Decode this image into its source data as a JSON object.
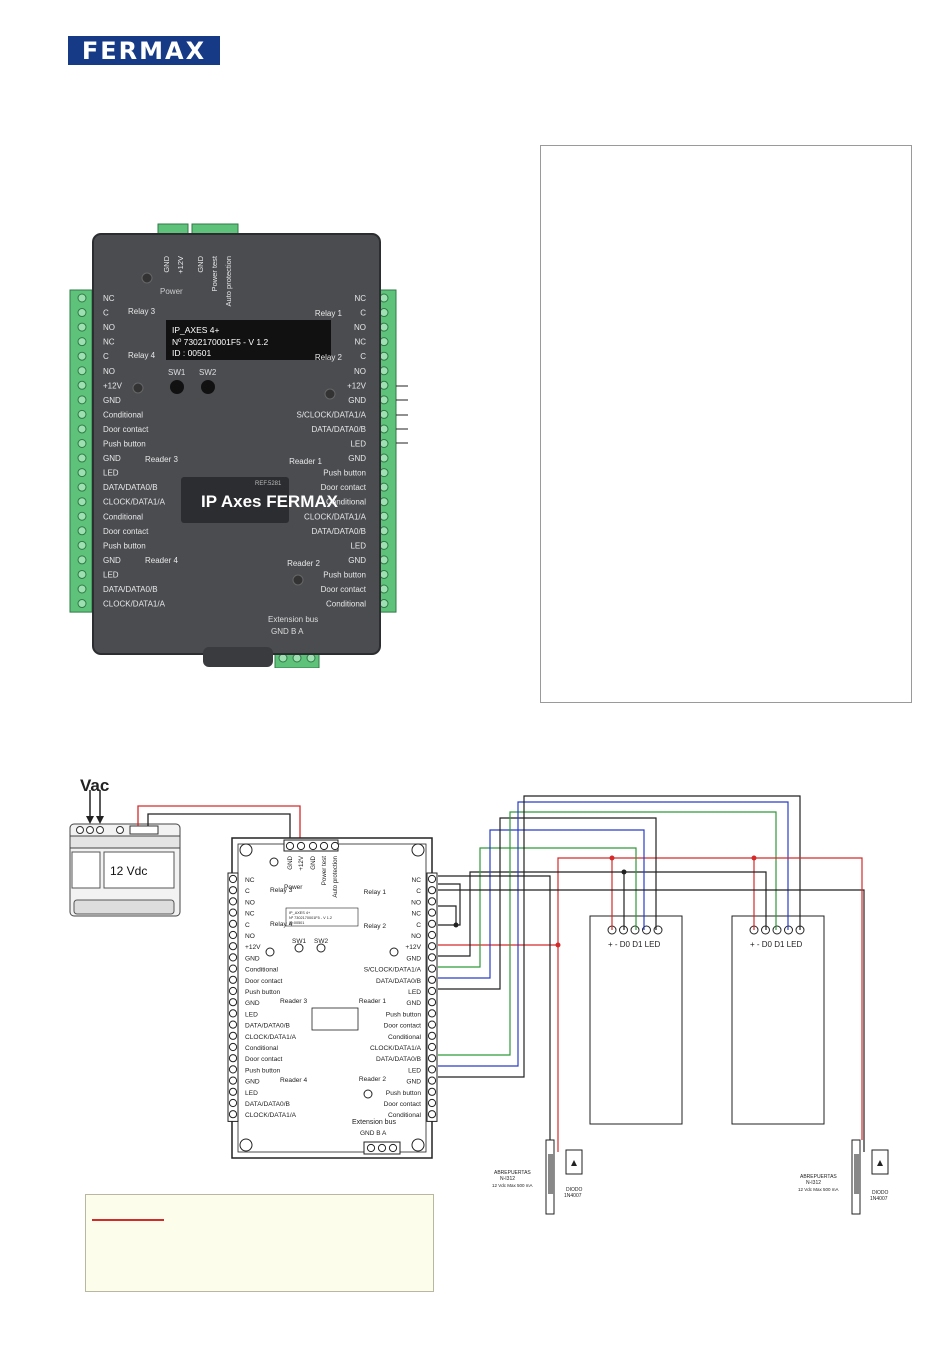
{
  "header": {
    "logo_text": "FERMAX"
  },
  "photo": {
    "label_lines": [
      "IP_AXES 4+",
      "Nº 7302170001F5 - V 1.2",
      "ID : 00501"
    ],
    "brand_logo": "IP Axes FERMAX",
    "ref": "REF.5281",
    "sw": [
      "SW1",
      "SW2"
    ],
    "top_terminals": [
      "GND",
      "+12V",
      "GND",
      "Power test",
      "Auto protection"
    ],
    "power": "Power",
    "left_terminals": [
      "NC",
      "C",
      "NO",
      "NC",
      "C",
      "NO",
      "+12V",
      "GND",
      "Conditional",
      "Door contact",
      "Push button",
      "GND",
      "LED",
      "DATA/DATA0/B",
      "CLOCK/DATA1/A",
      "Conditional",
      "Door contact",
      "Push button",
      "GND",
      "LED",
      "DATA/DATA0/B",
      "CLOCK/DATA1/A"
    ],
    "right_terminals": [
      "NC",
      "C",
      "NO",
      "NC",
      "C",
      "NO",
      "+12V",
      "GND",
      "S/CLOCK/DATA1/A",
      "DATA/DATA0/B",
      "LED",
      "GND",
      "Push button",
      "Door contact",
      "Conditional",
      "CLOCK/DATA1/A",
      "DATA/DATA0/B",
      "LED",
      "GND",
      "Push button",
      "Door contact",
      "Conditional"
    ],
    "group_labels": [
      "Relay 3",
      "Relay 4",
      "Reader 3",
      "Reader 4",
      "Relay 1",
      "Relay 2",
      "Reader 1",
      "Reader 2"
    ],
    "extension_bus": "Extension bus",
    "extension_terminals": "GND  B    A"
  },
  "diagram": {
    "vac": "Vac",
    "psu_text": "12 Vdc",
    "board_label": [
      "IP_AXES 4+",
      "Nº 7302170001F5 - V 1.2",
      "ID:00501"
    ],
    "reader_pins": "+  -  D0 D1 LED",
    "lock_left": [
      "ABREPUERTAS",
      "N-I312",
      "12 Vdc Max 500 mA"
    ],
    "lock_right": [
      "ABREPUERTAS",
      "N-I312",
      "12 Vdc Max 500 mA"
    ],
    "diode": [
      "DIODO",
      "1N4007"
    ]
  },
  "colors": {
    "brand": "#173a86",
    "wire_red": "#d52a2a",
    "wire_blue": "#2a3ec8",
    "wire_green": "#2f9a3a",
    "wire_black": "#222222",
    "terminal_green": "#5fc27a"
  }
}
